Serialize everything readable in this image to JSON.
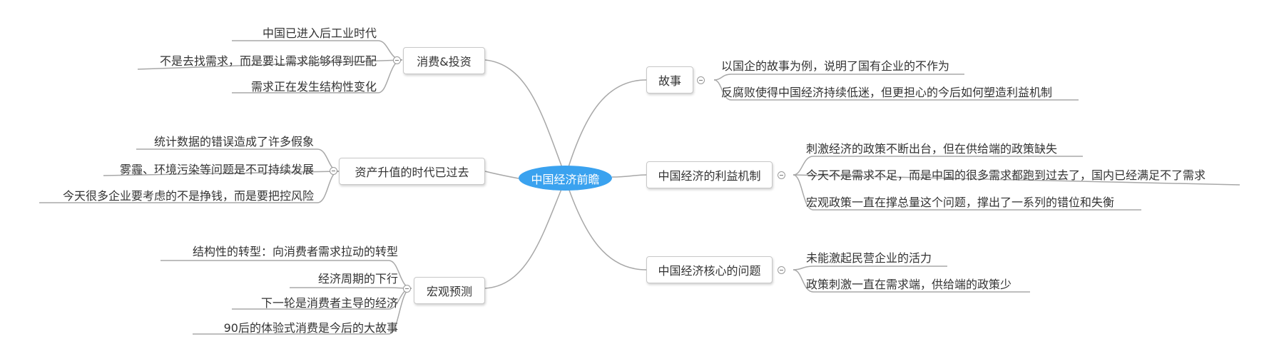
{
  "central": "中国经济前瞻",
  "branches": [
    {
      "label": "消费&投资",
      "children": [
        "中国已进入后工业时代",
        "不是去找需求，而是要让需求能够得到匹配",
        "需求正在发生结构性变化"
      ]
    },
    {
      "label": "资产升值的时代已过去",
      "children": [
        "统计数据的错误造成了许多假象",
        "雾霾、环境污染等问题是不可持续发展",
        "今天很多企业要考虑的不是挣钱，而是要把控风险"
      ]
    },
    {
      "label": "宏观预测",
      "children": [
        "结构性的转型：向消费者需求拉动的转型",
        "经济周期的下行",
        "下一轮是消费者主导的经济",
        "90后的体验式消费是今后的大故事"
      ]
    },
    {
      "label": "故事",
      "children": [
        "以国企的故事为例，说明了国有企业的不作为",
        "反腐败使得中国经济持续低迷，但更担心的今后如何塑造利益机制"
      ]
    },
    {
      "label": "中国经济的利益机制",
      "children": [
        "刺激经济的政策不断出台，但在供给端的政策缺失",
        "今天不是需求不足，而是中国的很多需求都跑到过去了，国内已经满足不了需求",
        "宏观政策一直在撑总量这个问题，撑出了一系列的错位和失衡"
      ]
    },
    {
      "label": "中国经济核心的问题",
      "children": [
        "未能激起民营企业的活力",
        "政策刺激一直在需求端，供给端的政策少"
      ]
    }
  ]
}
